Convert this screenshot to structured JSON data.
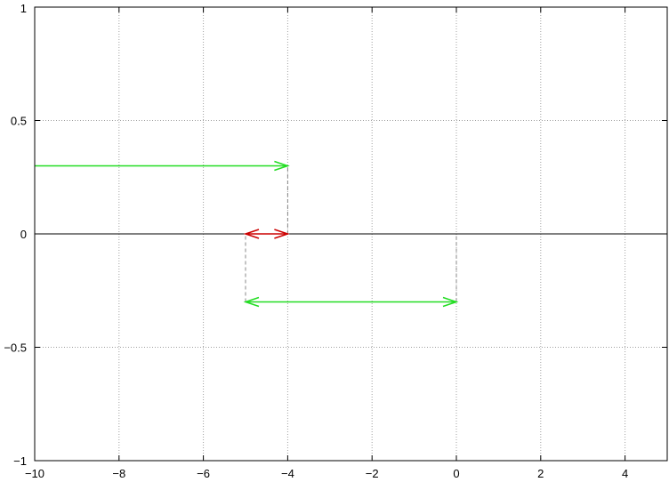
{
  "chart_data": {
    "type": "line",
    "title": "",
    "xlabel": "",
    "ylabel": "",
    "xlim": [
      -10,
      5
    ],
    "ylim": [
      -1,
      1
    ],
    "grid": true,
    "x_ticks": [
      -10,
      -8,
      -6,
      -4,
      -2,
      0,
      2,
      4
    ],
    "x_tick_labels": [
      "−10",
      "−8",
      "−6",
      "−4",
      "−2",
      "0",
      "2",
      "4"
    ],
    "y_ticks": [
      -1,
      -0.5,
      0,
      0.5,
      1
    ],
    "y_tick_labels": [
      "−1",
      "−0.5",
      "0",
      "0.5",
      "1"
    ],
    "baseline": {
      "y": 0,
      "x_from": -10,
      "x_to": 5,
      "color": "#000000"
    },
    "arrows": [
      {
        "x_from": -10,
        "x_to": -4,
        "y": 0.3,
        "heads": "end",
        "color": "#22dd22"
      },
      {
        "x_from": -5,
        "x_to": -4,
        "y": 0,
        "heads": "both",
        "color": "#cc0000"
      },
      {
        "x_from": -5,
        "x_to": 0,
        "y": -0.3,
        "heads": "both",
        "color": "#22dd22"
      }
    ],
    "guides": [
      {
        "x": -4,
        "y_from": 0,
        "y_to": 0.3,
        "color": "#888888"
      },
      {
        "x": -5,
        "y_from": -0.3,
        "y_to": 0,
        "color": "#888888"
      },
      {
        "x": 0,
        "y_from": -0.3,
        "y_to": 0,
        "color": "#888888"
      }
    ]
  }
}
